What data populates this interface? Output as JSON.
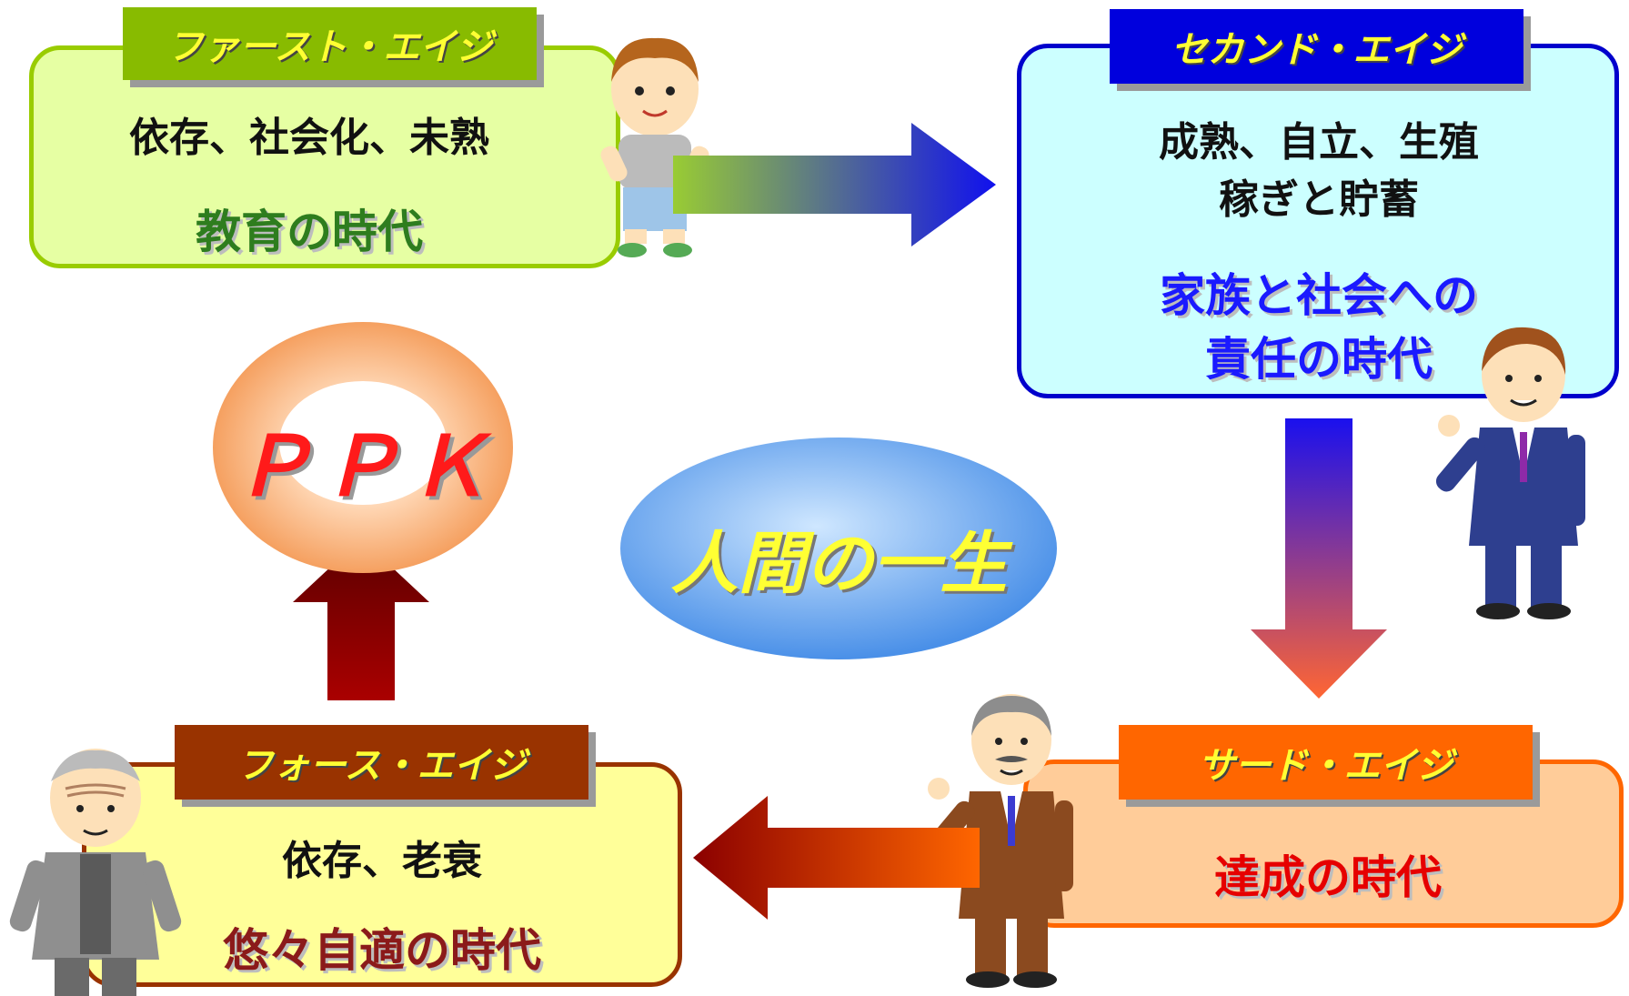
{
  "center": {
    "title": "人間の一生"
  },
  "ppk": {
    "label": "ＰＰＫ"
  },
  "stages": {
    "first": {
      "tag": "ファースト・エイジ",
      "line1": "依存、社会化、未熟",
      "era": "教育の時代"
    },
    "second": {
      "tag": "セカンド・エイジ",
      "line1": "成熟、自立、生殖",
      "line2": "稼ぎと貯蓄",
      "era1": "家族と社会への",
      "era2": "責任の時代"
    },
    "third": {
      "tag": "サード・エイジ",
      "era": "達成の時代"
    },
    "fourth": {
      "tag": "フォース・エイジ",
      "line1": "依存、老衰",
      "era": "悠々自適の時代"
    }
  },
  "colors": {
    "first_border": "#99cc00",
    "first_fill": "#e6ffa3",
    "first_tag": "#88bb00",
    "second_border": "#0000cc",
    "second_fill": "#ccffff",
    "second_tag": "#0000dd",
    "third_border": "#ff6600",
    "third_fill": "#ffcc99",
    "third_tag": "#ff6600",
    "fourth_border": "#993300",
    "fourth_fill": "#ffff99",
    "fourth_tag": "#993300",
    "era_green": "#2e7d1e",
    "era_blue": "#1a1aff",
    "era_red": "#e60000",
    "era_brown": "#8b1a1a"
  }
}
